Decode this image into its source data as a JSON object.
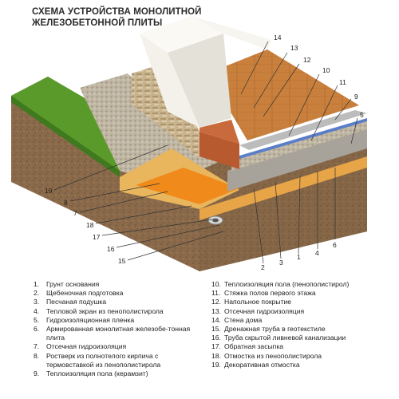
{
  "title": {
    "line1": "СХЕМА УСТРОЙСТВА МОНОЛИТНОЙ",
    "line2": "ЖЕЛЕЗОБЕТОННОЙ ПЛИТЫ"
  },
  "callouts": [
    "1",
    "2",
    "3",
    "4",
    "5",
    "6",
    "7",
    "8",
    "9",
    "10",
    "11",
    "12",
    "13",
    "14",
    "15",
    "16",
    "17",
    "18",
    "19"
  ],
  "legend": [
    {
      "num": "1.",
      "text": "Грунт основания"
    },
    {
      "num": "2.",
      "text": "Щебеночная подготовка"
    },
    {
      "num": "3.",
      "text": "Песчаная подушка"
    },
    {
      "num": "4.",
      "text": "Тепловой экран из пенополистирола"
    },
    {
      "num": "5.",
      "text": "Гидроизоляционная пленка"
    },
    {
      "num": "6.",
      "text": "Армированная монолитная железобе-тонная плита"
    },
    {
      "num": "7.",
      "text": "Отсечная гидроизоляция"
    },
    {
      "num": "8.",
      "text": "Ростверк из полнотелого кирпича с термовставкой из пенополистирола"
    },
    {
      "num": "9.",
      "text": "Теплоизоляция пола (керамзит)"
    },
    {
      "num": "10.",
      "text": "Теплоизоляция пола (пенополистирол)"
    },
    {
      "num": "11.",
      "text": "Стяжка полов первого этажа"
    },
    {
      "num": "12.",
      "text": "Напольное покрытие"
    },
    {
      "num": "13.",
      "text": "Отсечная гидроизоляция"
    },
    {
      "num": "14.",
      "text": "Стена дома"
    },
    {
      "num": "15.",
      "text": "Дренажная труба в геотекстиле"
    },
    {
      "num": "16.",
      "text": "Труба скрытой ливневой канализации"
    },
    {
      "num": "17.",
      "text": "Обратная засыпка"
    },
    {
      "num": "18.",
      "text": "Отмостка из пенополистирола"
    },
    {
      "num": "19.",
      "text": "Декоративная отмостка"
    }
  ],
  "colors": {
    "soil": "#8a6a4a",
    "grass": "#5a9a2a",
    "sand": "#e7b25a",
    "gravel": "#bdb7ad",
    "foam": "#f08a1a",
    "wood": "#c47a38",
    "wall": "#f3f1ea",
    "brick": "#b85a30"
  }
}
